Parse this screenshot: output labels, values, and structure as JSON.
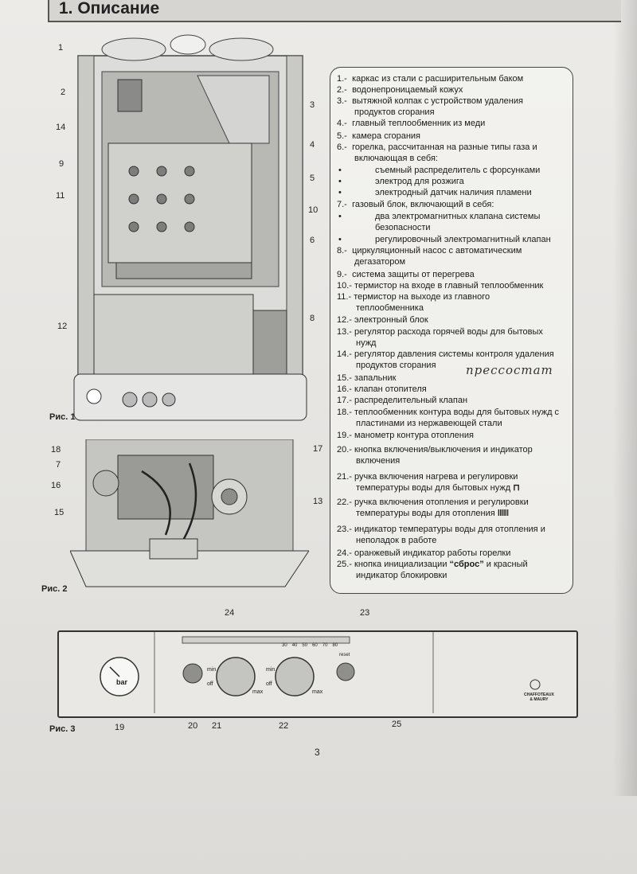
{
  "header": {
    "title": "1. Описание"
  },
  "fig1": {
    "caption": "Рис. 1",
    "callouts": [
      "1",
      "2",
      "3",
      "14",
      "4",
      "9",
      "5",
      "11",
      "10",
      "6",
      "12",
      "8"
    ]
  },
  "fig2": {
    "caption": "Рис. 2",
    "callouts": [
      "18",
      "17",
      "7",
      "16",
      "13",
      "15"
    ]
  },
  "fig3": {
    "caption": "Рис. 3",
    "callouts": [
      "24",
      "23",
      "19",
      "20",
      "21",
      "22",
      "25"
    ],
    "gauge_label": "bar",
    "knob_labels": {
      "min": "min",
      "max": "max",
      "off": "off"
    },
    "temp_scale": [
      "30",
      "40",
      "50",
      "60",
      "70",
      "80"
    ],
    "reset_label": "reset",
    "brand_line1": "CHAFFOTEAUX",
    "brand_line2": "& MAURY"
  },
  "description": {
    "items": [
      {
        "num": "1.-",
        "text": "каркас из стали с расширительным баком"
      },
      {
        "num": "2.-",
        "text": "водонепроницаемый кожух"
      },
      {
        "num": "3.-",
        "text": "вытяжной колпак с устройством удаления"
      },
      {
        "num": "",
        "text": "продуктов сгорания"
      },
      {
        "num": "4.-",
        "text": "главный теплообменник из меди"
      },
      {
        "num": "5.-",
        "text": "камера сгорания"
      },
      {
        "num": "6.-",
        "text": "горелка, рассчитанная на разные типы газа и"
      },
      {
        "num": "",
        "text": "включающая в себя:"
      }
    ],
    "sub6": [
      "съемный распределитель с форсунками",
      "электрод для розжига",
      "электродный датчик наличия пламени"
    ],
    "item7": {
      "num": "7.-",
      "text": "газовый блок, включающий в себя:"
    },
    "sub7": [
      "два электромагнитных клапана системы",
      "безопасности",
      "регулировочный электромагнитный клапан"
    ],
    "rest": [
      {
        "num": "8.-",
        "text": "циркуляционный насос с автоматическим"
      },
      {
        "num": "",
        "text": "дегазатором"
      },
      {
        "num": "9.-",
        "text": "система защиты от перегрева"
      },
      {
        "num": "10.-",
        "text": "термистор на входе в главный теплообменник"
      },
      {
        "num": "11.-",
        "text": "термистор на выходе из главного"
      },
      {
        "num": "",
        "text": "теплообменника"
      },
      {
        "num": "12.-",
        "text": "электронный блок"
      },
      {
        "num": "13.-",
        "text": "регулятор расхода горячей воды для бытовых"
      },
      {
        "num": "",
        "text": "нужд"
      },
      {
        "num": "14.-",
        "text": "регулятор давления системы контроля удаления"
      },
      {
        "num": "",
        "text": "продуктов сгорания"
      },
      {
        "num": "15.-",
        "text": "запальник"
      },
      {
        "num": "16.-",
        "text": "клапан отопителя"
      },
      {
        "num": "17.-",
        "text": "распределительный клапан"
      },
      {
        "num": "18.-",
        "text": "теплообменник контура воды для бытовых нужд с"
      },
      {
        "num": "",
        "text": "пластинами из нержавеющей стали"
      },
      {
        "num": "19.-",
        "text": "манометр контура отопления"
      },
      {
        "num": "20.-",
        "text": "кнопка включения/выключения и индикатор"
      },
      {
        "num": "",
        "text": "включения"
      },
      {
        "num": "21.-",
        "text": "ручка включения нагрева и регулировки"
      },
      {
        "num": "",
        "text": "температуры воды для бытовых нужд"
      },
      {
        "num": "22.-",
        "text": "ручка включения отопления и регулировки"
      },
      {
        "num": "",
        "text": "температуры воды для отопления"
      },
      {
        "num": "23.-",
        "text": "индикатор температуры воды для отопления и"
      },
      {
        "num": "",
        "text": "неполадок в работе"
      },
      {
        "num": "24.-",
        "text": "оранжевый индикатор работы горелки"
      }
    ],
    "item25": {
      "num": "25.-",
      "pre": "кнопка инициализации ",
      "bold": "“сброс”",
      "post": " и красный"
    },
    "item25b": "индикатор блокировки",
    "handnote": "прессостат"
  },
  "page_number": "3"
}
